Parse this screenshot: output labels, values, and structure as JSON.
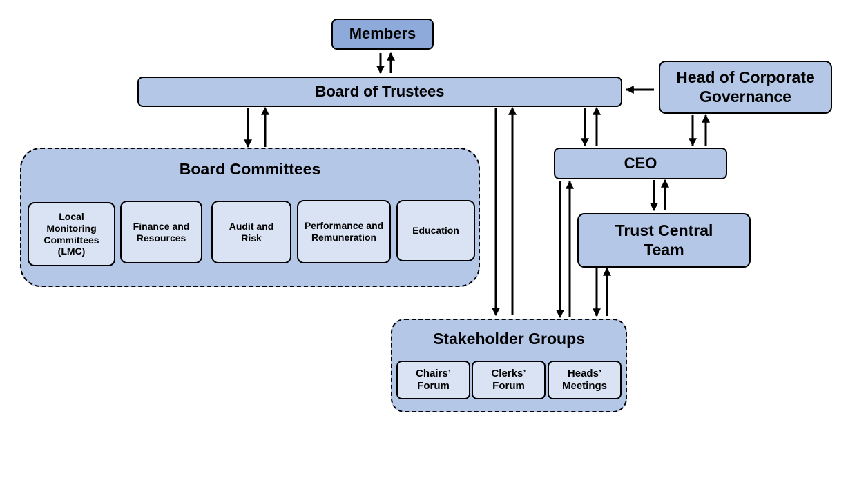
{
  "nodes": {
    "members": "Members",
    "board_of_trustees": "Board of Trustees",
    "head_of_corporate_governance": "Head of Corporate Governance",
    "ceo": "CEO",
    "trust_central_team": "Trust Central Team"
  },
  "board_committees": {
    "title": "Board Committees",
    "items": [
      "Local Monitoring Committees (LMC)",
      "Finance and Resources",
      "Audit and Risk",
      "Performance and Remuneration",
      "Education"
    ]
  },
  "stakeholder_groups": {
    "title": "Stakeholder Groups",
    "items": [
      "Chairs’ Forum",
      "Clerks’ Forum",
      "Heads’ Meetings"
    ]
  },
  "colors": {
    "dark_fill": "#8eaadb",
    "mid_fill": "#b4c7e7",
    "light_fill": "#dae3f3",
    "line": "#000000"
  }
}
